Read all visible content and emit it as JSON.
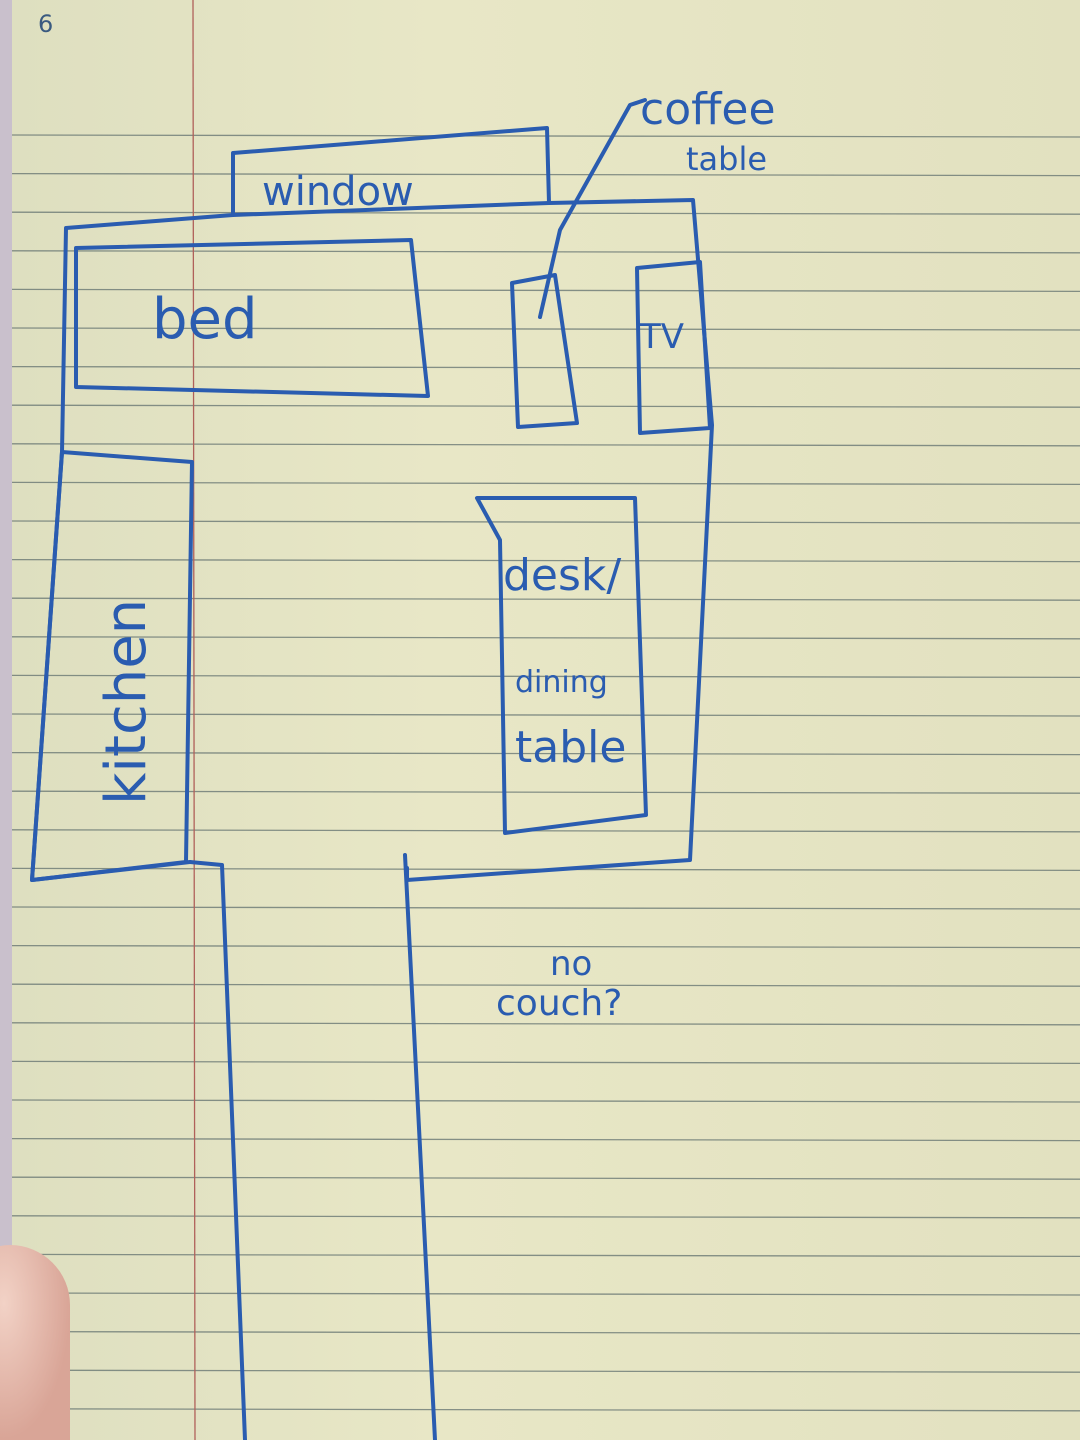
{
  "page_number": "6",
  "labels": {
    "window": "window",
    "bed": "bed",
    "coffee_table": "coffee",
    "coffee_table_2": "table",
    "tv": "TV",
    "kitchen": "kitchen",
    "desk_1": "desk/",
    "desk_2": "dining",
    "desk_3": "table",
    "note_1": "no",
    "note_2": "couch?"
  },
  "colors": {
    "ink": "#2a5cb0",
    "paper": "#e4e3c2",
    "rule": "#5a6a6a",
    "margin": "#b0605a"
  }
}
